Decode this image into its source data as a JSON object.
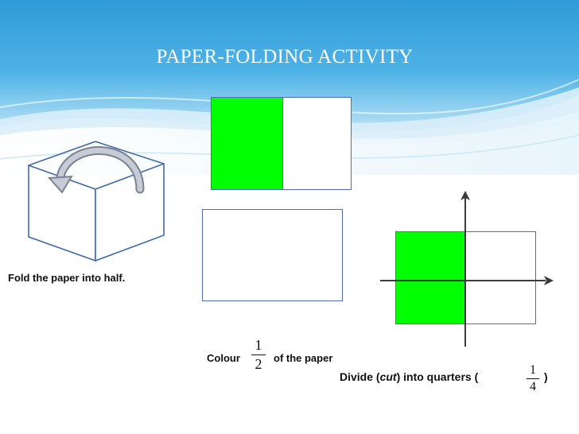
{
  "title": "PAPER-FOLDING ACTIVITY",
  "step1": {
    "label": "Fold the paper into half."
  },
  "step2": {
    "prefix": "Colour",
    "fraction": {
      "numerator": "1",
      "denominator": "2"
    },
    "suffix": "of the paper"
  },
  "step3": {
    "prefix": "Divide (",
    "emphasis": "cut",
    "middle": ") into quarters (",
    "fraction": {
      "numerator": "1",
      "denominator": "4"
    },
    "suffix": ")"
  },
  "colors": {
    "fill": "#00ff00",
    "outline": "#3f6ab1",
    "header": "#3aa0da"
  }
}
